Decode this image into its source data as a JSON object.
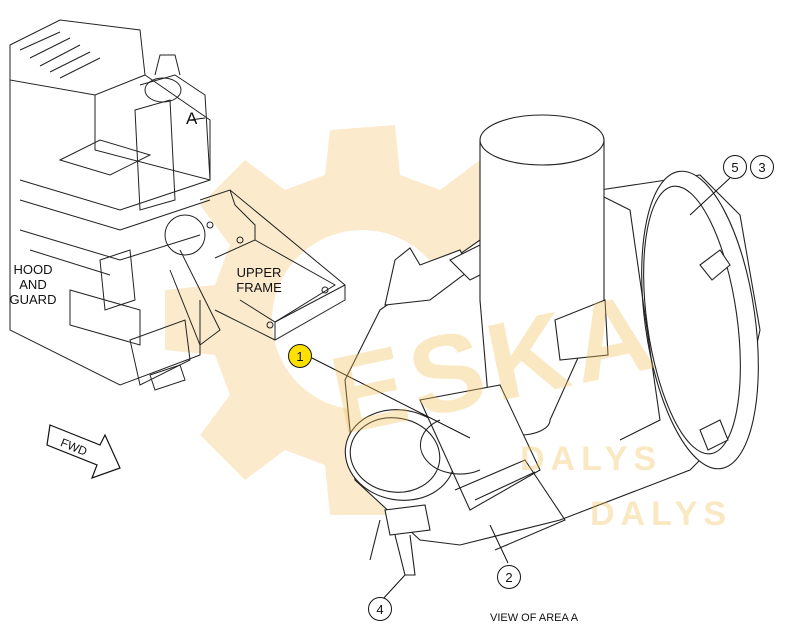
{
  "labels": {
    "hood_and_guard": [
      "HOOD",
      "AND",
      "GUARD"
    ],
    "upper_frame": [
      "UPPER",
      "FRAME"
    ],
    "area_marker": "A",
    "fwd_arrow": "FWD",
    "view_caption": "VIEW OF AREA A"
  },
  "callouts": [
    {
      "id": "1",
      "highlighted": true
    },
    {
      "id": "2",
      "highlighted": false
    },
    {
      "id": "4",
      "highlighted": false
    },
    {
      "id": "5",
      "highlighted": false
    },
    {
      "id": "3",
      "highlighted": false
    }
  ],
  "watermark": {
    "brand": "ESKA",
    "sub": "DALYS",
    "color": "#f0be50"
  },
  "colors": {
    "line": "#222222",
    "highlight": "#ffe100",
    "watermark": "#f0be50"
  }
}
